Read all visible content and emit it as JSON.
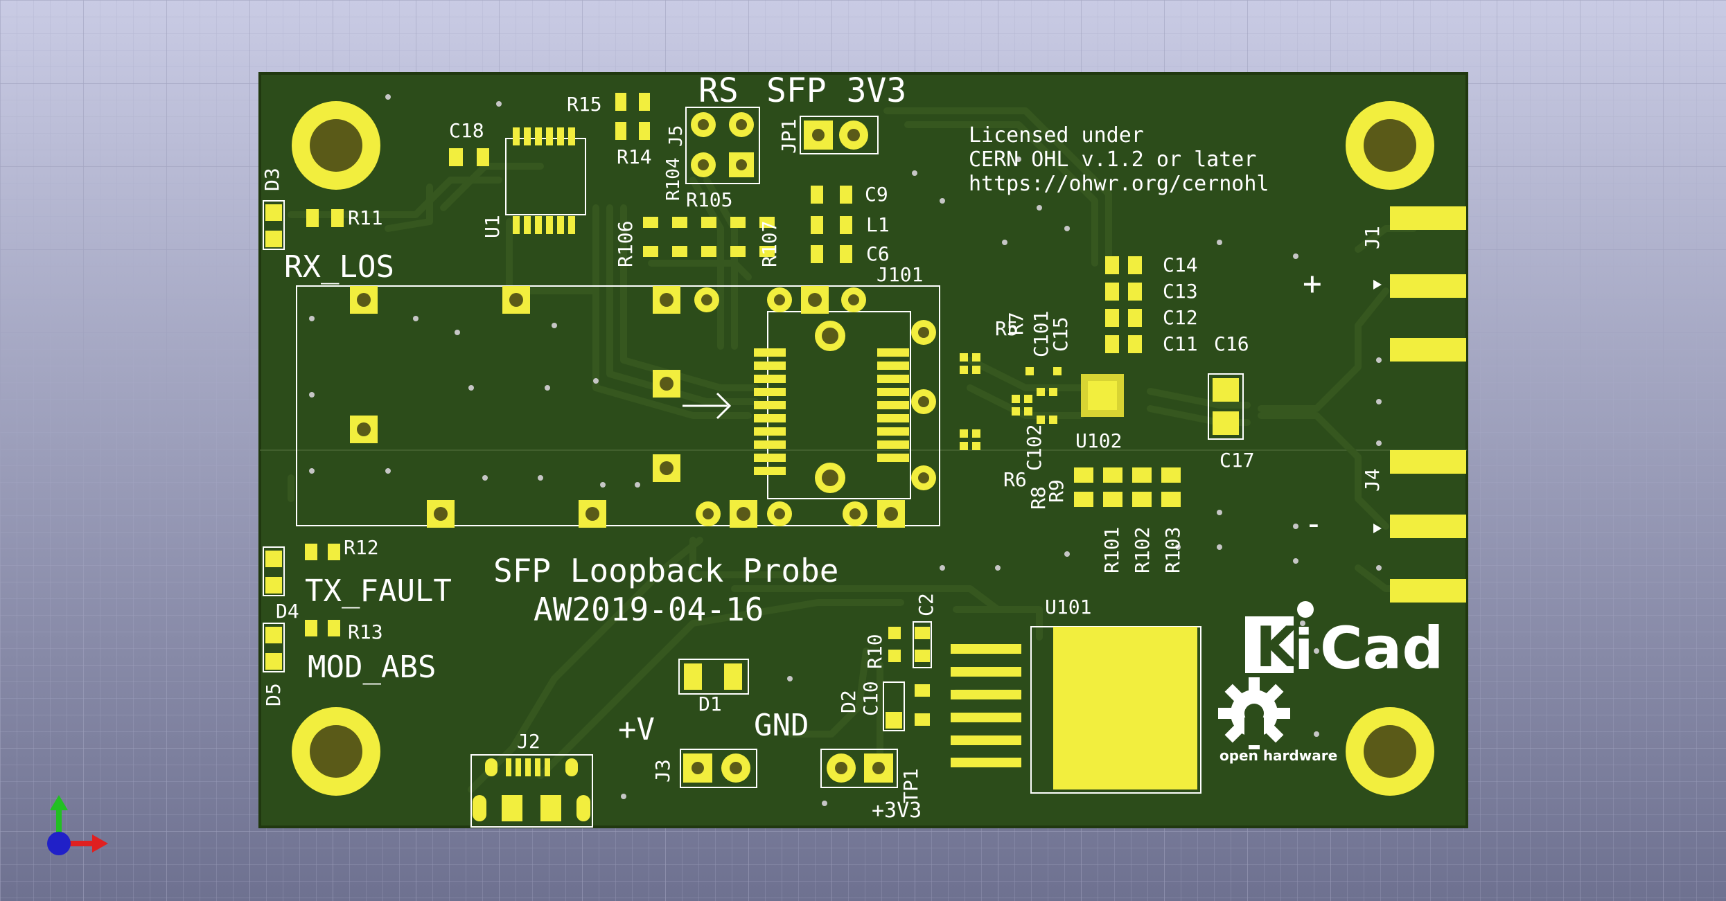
{
  "viewer": {
    "background_top": "#c9cbe4",
    "background_bottom": "#6e7190",
    "grid_color": "#a7a9c6"
  },
  "board": {
    "substrate_color": "#2c4c1a",
    "trace_color": "#36571f",
    "pad_color": "#f2ee3e",
    "silkscreen_color": "#ffffff"
  },
  "silkscreen": {
    "project_title": "SFP Loopback Probe",
    "project_date": "AW2019-04-16",
    "license_line1": "Licensed under",
    "license_line2": "CERN OHL v.1.2 or later",
    "license_line3": "https://ohwr.org/cernohl",
    "header_rs": "RS",
    "header_sfp3v3": "SFP 3V3",
    "signal_rx_los": "RX_LOS",
    "signal_tx_fault": "TX_FAULT",
    "signal_mod_abs": "MOD_ABS",
    "label_plus_v": "+V",
    "label_gnd": "GND",
    "label_3v3": "+3V3",
    "label_plus": "+",
    "label_minus": "-",
    "kicad_logo": "KiCad",
    "oshw_text": "open hardware"
  },
  "references": {
    "R15": "R15",
    "R14": "R14",
    "J5": "J5",
    "R104": "R104",
    "R105": "R105",
    "R106": "R106",
    "R107": "R107",
    "JP1": "JP1",
    "C9": "C9",
    "L1": "L1",
    "C6": "C6",
    "C18": "C18",
    "U1": "U1",
    "D3": "D3",
    "R11": "R11",
    "J101": "J101",
    "C14": "C14",
    "C13": "C13",
    "C12": "C12",
    "C11": "C11",
    "C16": "C16",
    "R7": "R7",
    "R5": "R5",
    "C101": "C101",
    "C15": "C15",
    "U102": "U102",
    "C102": "C102",
    "R6": "R6",
    "R8": "R8",
    "R9": "R9",
    "C17": "C17",
    "R101": "R101",
    "R102": "R102",
    "R103": "R103",
    "J1": "J1",
    "J4": "J4",
    "R12": "R12",
    "D4": "D4",
    "R13": "R13",
    "D5": "D5",
    "C2": "C2",
    "R10": "R10",
    "U101": "U101",
    "D2": "D2",
    "C10": "C10",
    "D1": "D1",
    "J2": "J2",
    "J3": "J3",
    "TP1": "TP1"
  },
  "axis_gizmo": {
    "x_color": "#e02020",
    "y_color": "#22c022",
    "z_color": "#2020c8"
  }
}
